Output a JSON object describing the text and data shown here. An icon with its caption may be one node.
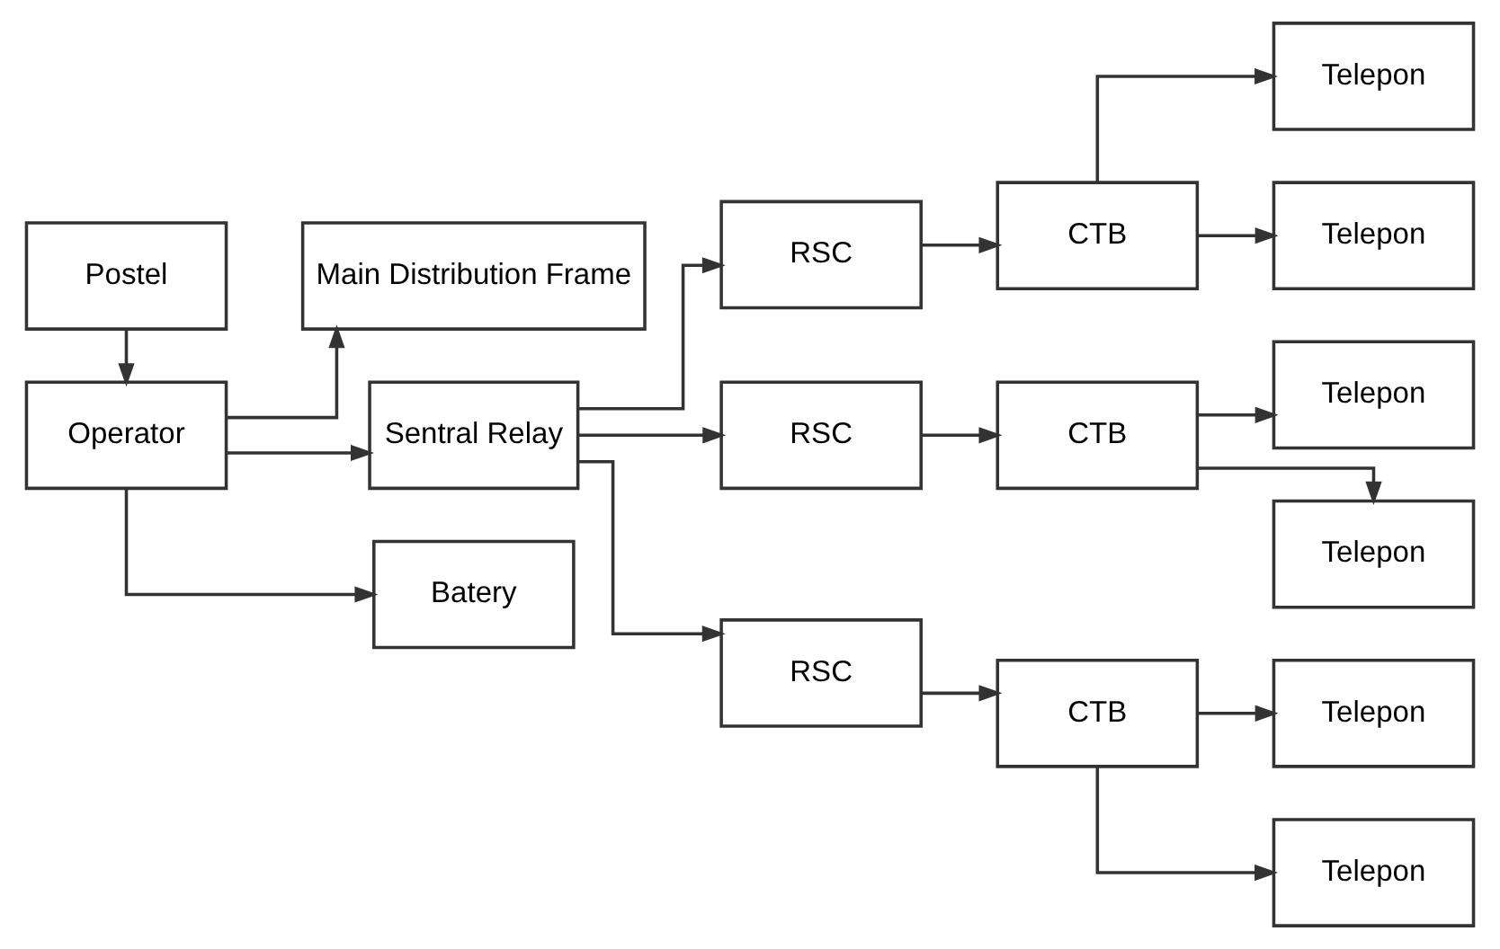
{
  "diagram": {
    "nodes": [
      {
        "text": [
          "Postel"
        ]
      },
      {
        "text": [
          "Operator"
        ]
      },
      {
        "text": [
          "Main Distribution Frame"
        ]
      },
      {
        "text": [
          "Sentral Relay"
        ]
      },
      {
        "text": [
          "Batery"
        ]
      },
      {
        "text": [
          "RSC"
        ]
      },
      {
        "text": [
          "RSC"
        ]
      },
      {
        "text": [
          "RSC"
        ]
      },
      {
        "text": [
          "CTB"
        ]
      },
      {
        "text": [
          "CTB"
        ]
      },
      {
        "text": [
          "CTB"
        ]
      },
      {
        "text": [
          "Telepon"
        ]
      },
      {
        "text": [
          "Telepon"
        ]
      },
      {
        "text": [
          "Telepon"
        ]
      },
      {
        "text": [
          "Telepon"
        ]
      },
      {
        "text": [
          "Telepon"
        ]
      },
      {
        "text": [
          "Telepon"
        ]
      }
    ],
    "edges": [
      {
        "from": 0,
        "to": 1,
        "arrow": "to"
      },
      {
        "from": 1,
        "to": 2,
        "arrow": "to"
      },
      {
        "from": 1,
        "to": 3,
        "arrow": "to"
      },
      {
        "from": 1,
        "to": 4,
        "arrow": "to"
      },
      {
        "from": 3,
        "to": 5,
        "arrow": "to"
      },
      {
        "from": 3,
        "to": 6,
        "arrow": "to"
      },
      {
        "from": 3,
        "to": 7,
        "arrow": "to"
      },
      {
        "from": 5,
        "to": 8,
        "arrow": "to"
      },
      {
        "from": 6,
        "to": 9,
        "arrow": "to"
      },
      {
        "from": 7,
        "to": 10,
        "arrow": "to"
      },
      {
        "from": 8,
        "to": 11,
        "arrow": "to"
      },
      {
        "from": 8,
        "to": 12,
        "arrow": "to"
      },
      {
        "from": 9,
        "to": 13,
        "arrow": "to"
      },
      {
        "from": 9,
        "to": 14,
        "arrow": "to"
      },
      {
        "from": 10,
        "to": 15,
        "arrow": "to"
      },
      {
        "from": 10,
        "to": 16,
        "arrow": "to"
      }
    ]
  }
}
